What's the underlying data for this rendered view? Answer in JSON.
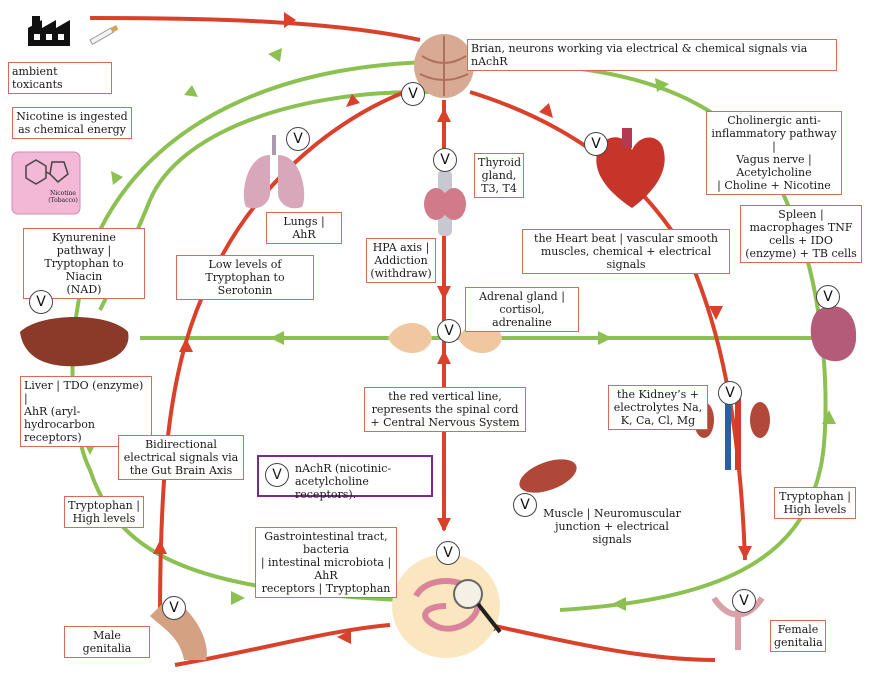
{
  "colors": {
    "red_line": "#d9412b",
    "green_line": "#8cc152",
    "label_border": "#d96a5a",
    "legend_border": "#7a2a8c"
  },
  "v_symbol": "V",
  "labels": {
    "ambient": "ambient toxicants",
    "brain": "Brian, neurons working via electrical & chemical signals via nAchR",
    "nicotine_ingested": "Nicotine is ingested\nas chemical energy",
    "nicotine_box": "Nicotine\n(Tobacco)",
    "cholinergic": "Cholinergic anti-\ninflammatory pathway |\nVagus nerve | Acetylcholine\n| Choline + Nicotine",
    "lungs": "Lungs | AhR",
    "thyroid": "Thyroid\ngland,\nT3, T4",
    "heart": "the Heart beat | vascular smooth\nmuscles, chemical + electrical signals",
    "spleen": "Spleen |\nmacrophages TNF\ncells + IDO\n(enzyme) + TB cells",
    "kynurenine": "Kynurenine pathway |\nTryptophan to Niacin\n(NAD)",
    "low_tryptophan": "Low levels of\nTryptophan to Serotonin",
    "hpa": "HPA axis |\nAddiction\n(withdraw)",
    "adrenal": "Adrenal gland |\ncortisol, adrenaline",
    "liver": "Liver | TDO (enzyme) |\nAhR (aryl-hydrocarbon\nreceptors)",
    "spinal": "the red vertical line,\nrepresents the spinal cord\n+ Central Nervous System",
    "kidney": "the Kidney’s +\nelectrolytes Na,\nK, Ca, Cl, Mg",
    "bidirectional": "Bidirectional\nelectrical signals via\nthe Gut Brain Axis",
    "nachr_legend": "nAchR (nicotinic-\nacetylcholine receptors).",
    "muscle": "Muscle | Neuromuscular\njunction + electrical signals",
    "tryptophan_left": "Tryptophan |\nHigh levels",
    "tryptophan_right": "Tryptophan |\nHigh levels",
    "gi": "Gastrointestinal tract, bacteria\n| intestinal microbiota | AhR\nreceptors | Tryptophan",
    "male": "Male genitalia",
    "female": "Female\ngenitalia"
  }
}
